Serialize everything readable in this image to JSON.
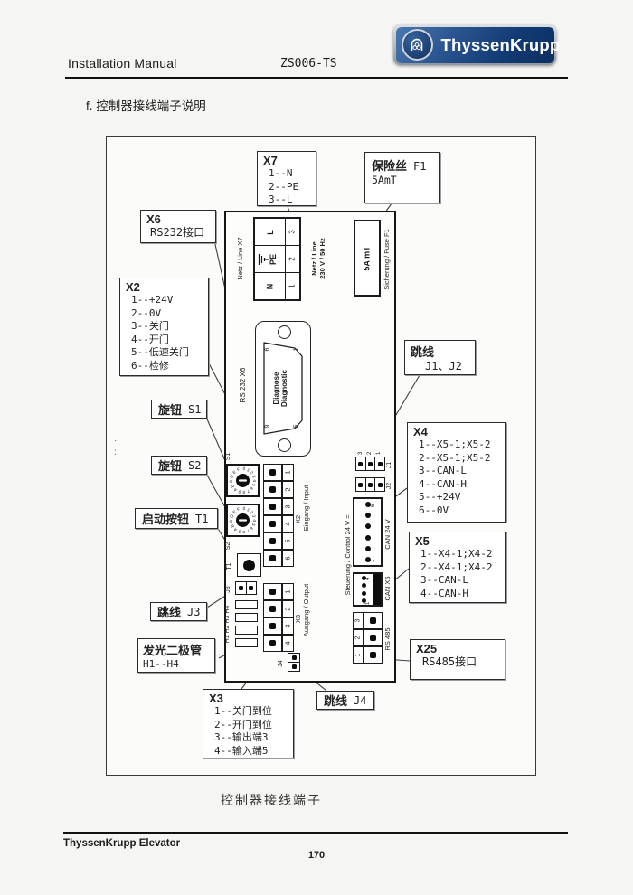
{
  "header": {
    "manual_title": "Installation Manual",
    "doc_code": "ZS006-TS",
    "logo_text": "ThyssenKrupp"
  },
  "section_title": "f. 控制器接线端子说明",
  "caption": "控制器接线端子",
  "footer": {
    "company": "ThyssenKrupp Elevator",
    "page_number": "170"
  },
  "artifacts": {
    "dot1": "·",
    "dot2": ":"
  },
  "callouts": {
    "x7": {
      "title": "X7",
      "lines": [
        "1--N",
        "2--PE",
        "3--L"
      ]
    },
    "fuse_f1": {
      "label": "保险丝",
      "code": "F1",
      "value": "5AmT"
    },
    "x6": {
      "title": "X6",
      "line": "RS232接口"
    },
    "x2": {
      "title": "X2",
      "lines": [
        "1--+24V",
        "2--0V",
        "3--关门",
        "4--开门",
        "5--低速关门",
        "6--检修"
      ]
    },
    "knob_s1": {
      "label": "旋钮",
      "code": "S1"
    },
    "knob_s2": {
      "label": "旋钮",
      "code": "S2"
    },
    "start_button_t1": {
      "label": "启动按钮",
      "code": "T1"
    },
    "jumper_j3": {
      "label": "跳线",
      "code": "J3"
    },
    "leds": {
      "label": "发光二极管",
      "line": "H1--H4"
    },
    "x3": {
      "title": "X3",
      "lines": [
        "1--关门到位",
        "2--开门到位",
        "3--输出端3",
        "4--输入端5"
      ]
    },
    "jumper_j4": {
      "label": "跳线",
      "code": "J4"
    },
    "jumper_j1_j2": {
      "label": "跳线",
      "code": "J1、J2"
    },
    "x4": {
      "title": "X4",
      "lines": [
        "1--X5-1;X5-2",
        "2--X5-1;X5-2",
        "3--CAN-L",
        "4--CAN-H",
        "5--+24V",
        "6--0V"
      ]
    },
    "x5": {
      "title": "X5",
      "lines": [
        "1--X4-1;X4-2",
        "2--X4-1;X4-2",
        "3--CAN-L",
        "4--CAN-H"
      ]
    },
    "x25": {
      "title": "X25",
      "line": "RS485接口"
    }
  },
  "board": {
    "power": {
      "left_label": "Netz / Line X7",
      "right_label_1": "Netz / Line",
      "right_label_2": "230 V / 50 Hz",
      "rows": [
        {
          "letter": "L",
          "num": "3"
        },
        {
          "letter": "PE",
          "num": "2"
        },
        {
          "letter": "N",
          "num": "1"
        }
      ]
    },
    "fuse": {
      "value": "5A mT",
      "label": "Sicherung / Fuse F1"
    },
    "db9": {
      "line1": "Diagnose",
      "line2": "Diagnostic",
      "pin_tl": "6",
      "pin_tr": "1",
      "pin_bl": "9",
      "pin_br": "5",
      "side_label": "RS 232 X6"
    },
    "rotary": {
      "s1": "S1",
      "s2": "S2",
      "dial": "0123456789ABCDEF"
    },
    "t1": "T1",
    "j3": "J3",
    "led_label": "H1 H2 H3 H4",
    "x2_terminal": {
      "label": "X2",
      "sublabel": "Eingang / Input",
      "pins": [
        "1",
        "2",
        "3",
        "4",
        "5",
        "6"
      ]
    },
    "x3_terminal": {
      "label": "X3",
      "sublabel": "Ausgang / Output",
      "pins": [
        "1",
        "2",
        "3",
        "4"
      ]
    },
    "j4": "J4",
    "control_label": "Steuerung / Control 24 V =",
    "j1": {
      "label": "J1",
      "pin_numbers": [
        "3",
        "2",
        "1"
      ]
    },
    "j2": {
      "label": "J2"
    },
    "can24": {
      "label": "CAN 24 V",
      "pin_top": "6",
      "pin_bottom": "1"
    },
    "can_x5": {
      "label": "CAN X5",
      "pin_top": "4",
      "pin_bottom": "1"
    },
    "rs485": {
      "label": "RS 485",
      "pins": [
        "3",
        "2",
        "1"
      ]
    }
  }
}
